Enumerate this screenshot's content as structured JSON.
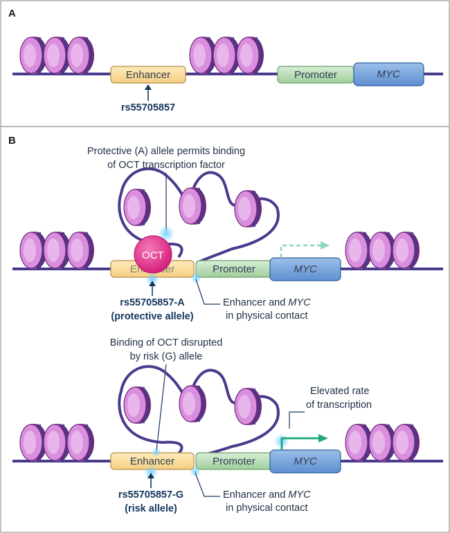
{
  "panel_a": {
    "letter": "A",
    "enhancer_label": "Enhancer",
    "promoter_label": "Promoter",
    "gene_label": "MYC",
    "snp_label": "rs55705857"
  },
  "panel_b": {
    "letter": "B",
    "protective": {
      "callout_line1": "Protective (A) allele permits binding",
      "callout_line2": "of OCT transcription factor",
      "factor_label": "OCT",
      "enhancer_label": "Enhancer",
      "promoter_label": "Promoter",
      "gene_label": "MYC",
      "snp_line1": "rs55705857-A",
      "snp_line2": "(protective allele)",
      "contact_line1_prefix": "Enhancer and ",
      "contact_line1_gene": "MYC",
      "contact_line2": "in physical contact"
    },
    "risk": {
      "callout_line1": "Binding of OCT disrupted",
      "callout_line2": "by risk (G) allele",
      "transcription_line1": "Elevated rate",
      "transcription_line2": "of transcription",
      "enhancer_label": "Enhancer",
      "promoter_label": "Promoter",
      "gene_label": "MYC",
      "snp_line1": "rs55705857-G",
      "snp_line2": "(risk allele)",
      "contact_line1_prefix": "Enhancer and ",
      "contact_line1_gene": "MYC",
      "contact_line2": "in physical contact"
    }
  },
  "colors": {
    "nucleosome": "#a956b0",
    "nucleosome_dark": "#6b2a7a",
    "dna": "#4a3a8c",
    "enhancer_fill": "#fbe3a4",
    "promoter_fill": "#bfe0bd",
    "gene_fill": "#7aa7dc",
    "oct": "#e0358c",
    "arrow_green": "#1fa67a",
    "arrow_dashed": "#8fd4c0",
    "text_dark": "#14365e"
  }
}
